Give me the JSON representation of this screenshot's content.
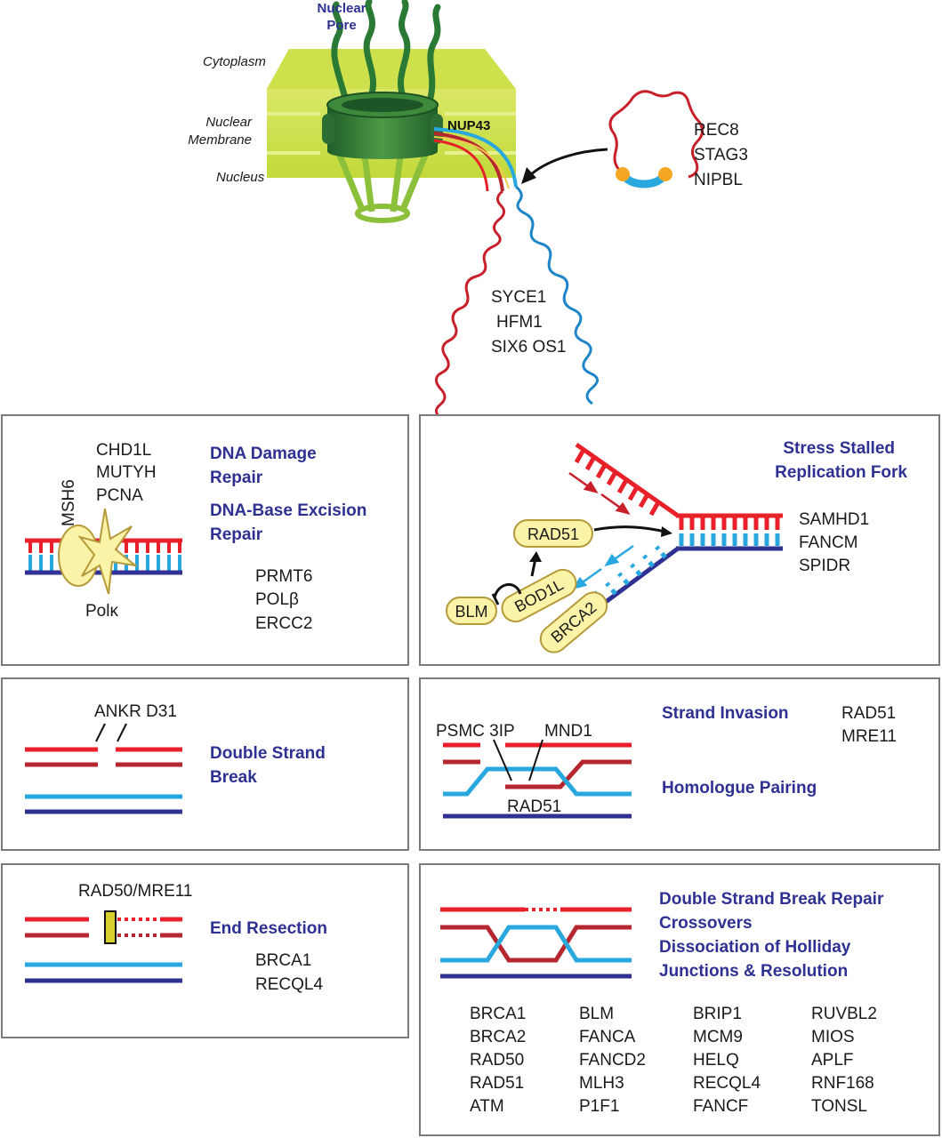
{
  "top": {
    "nuclear_pore": [
      "Nuclear",
      "Pore"
    ],
    "cytoplasm": "Cytoplasm",
    "nuclear_membrane": [
      "Nuclear",
      "Membrane"
    ],
    "nucleus": "Nucleus",
    "nup43": "NUP43",
    "cohesin_proteins": [
      "REC8",
      "STAG3",
      "NIPBL"
    ],
    "synapsis_proteins": [
      "SYCE1",
      "HFM1",
      "SIX6 OS1"
    ]
  },
  "panel_damage": {
    "proteins_top": [
      "CHD1L",
      "MUTYH",
      "PCNA"
    ],
    "msh6": "MSH6",
    "polk": "Polκ",
    "title1": [
      "DNA Damage",
      "Repair"
    ],
    "title2": [
      "DNA-Base Excision",
      "Repair"
    ],
    "proteins_bottom": [
      "PRMT6",
      "POLβ",
      "ERCC2"
    ]
  },
  "panel_fork": {
    "title": [
      "Stress Stalled",
      "Replication Fork"
    ],
    "rad51": "RAD51",
    "blm": "BLM",
    "bod1l": "BOD1L",
    "brca2": "BRCA2",
    "proteins": [
      "SAMHD1",
      "FANCM",
      "SPIDR"
    ]
  },
  "panel_dsb": {
    "protein": "ANKR D31",
    "title": [
      "Double Strand",
      "Break"
    ]
  },
  "panel_invasion": {
    "psmc": "PSMC 3IP",
    "mnd1": "MND1",
    "rad51": "RAD51",
    "title1": "Strand Invasion",
    "title2": "Homologue Pairing",
    "proteins": [
      "RAD51",
      "MRE11"
    ]
  },
  "panel_resection": {
    "protein": "RAD50/MRE11",
    "title": "End Resection",
    "proteins": [
      "BRCA1",
      "RECQL4"
    ]
  },
  "panel_repair": {
    "title": [
      "Double Strand Break Repair",
      "Crossovers",
      "Dissociation of Holliday",
      "Junctions & Resolution"
    ],
    "columns": [
      [
        "BRCA1",
        "BRCA2",
        "RAD50",
        "RAD51",
        "ATM"
      ],
      [
        "BLM",
        "FANCA",
        "FANCD2",
        "MLH3",
        "P1F1"
      ],
      [
        "BRIP1",
        "MCM9",
        "HELQ",
        "RECQL4",
        "FANCF"
      ],
      [
        "RUVBL2",
        "MIOS",
        "APLF",
        "RNF168",
        "TONSL"
      ]
    ]
  },
  "colors": {
    "title": "#2e3192",
    "red": "#e8202a",
    "dark_red": "#b5262f",
    "light_blue": "#29a8e0",
    "navy": "#2e3192",
    "pill": "#fbf3a8",
    "membrane": "#cde04a",
    "pore": "#2f7a3a"
  }
}
